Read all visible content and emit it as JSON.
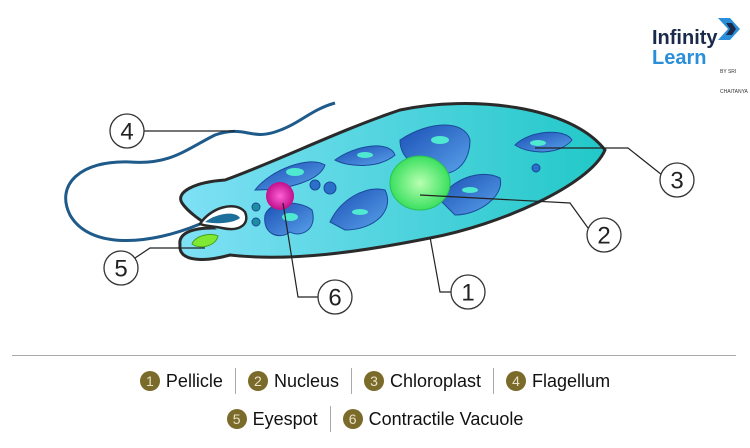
{
  "logo": {
    "line1": "Infinity",
    "line2": "Learn",
    "tagline": "BY SRI CHAITANYA"
  },
  "colors": {
    "cell": "#5fd6ea",
    "chloroplast": "#2f6fd0",
    "nucleus": "#5ff07a",
    "vacuole": "#e020a8",
    "eyespot": "#7ee832",
    "badge": "#7b6b2a"
  },
  "callouts": [
    "1",
    "2",
    "3",
    "4",
    "5",
    "6"
  ],
  "legend": [
    {
      "num": "1",
      "label": "Pellicle"
    },
    {
      "num": "2",
      "label": "Nucleus"
    },
    {
      "num": "3",
      "label": "Chloroplast"
    },
    {
      "num": "4",
      "label": "Flagellum"
    },
    {
      "num": "5",
      "label": "Eyespot"
    },
    {
      "num": "6",
      "label": "Contractile Vacuole"
    }
  ]
}
